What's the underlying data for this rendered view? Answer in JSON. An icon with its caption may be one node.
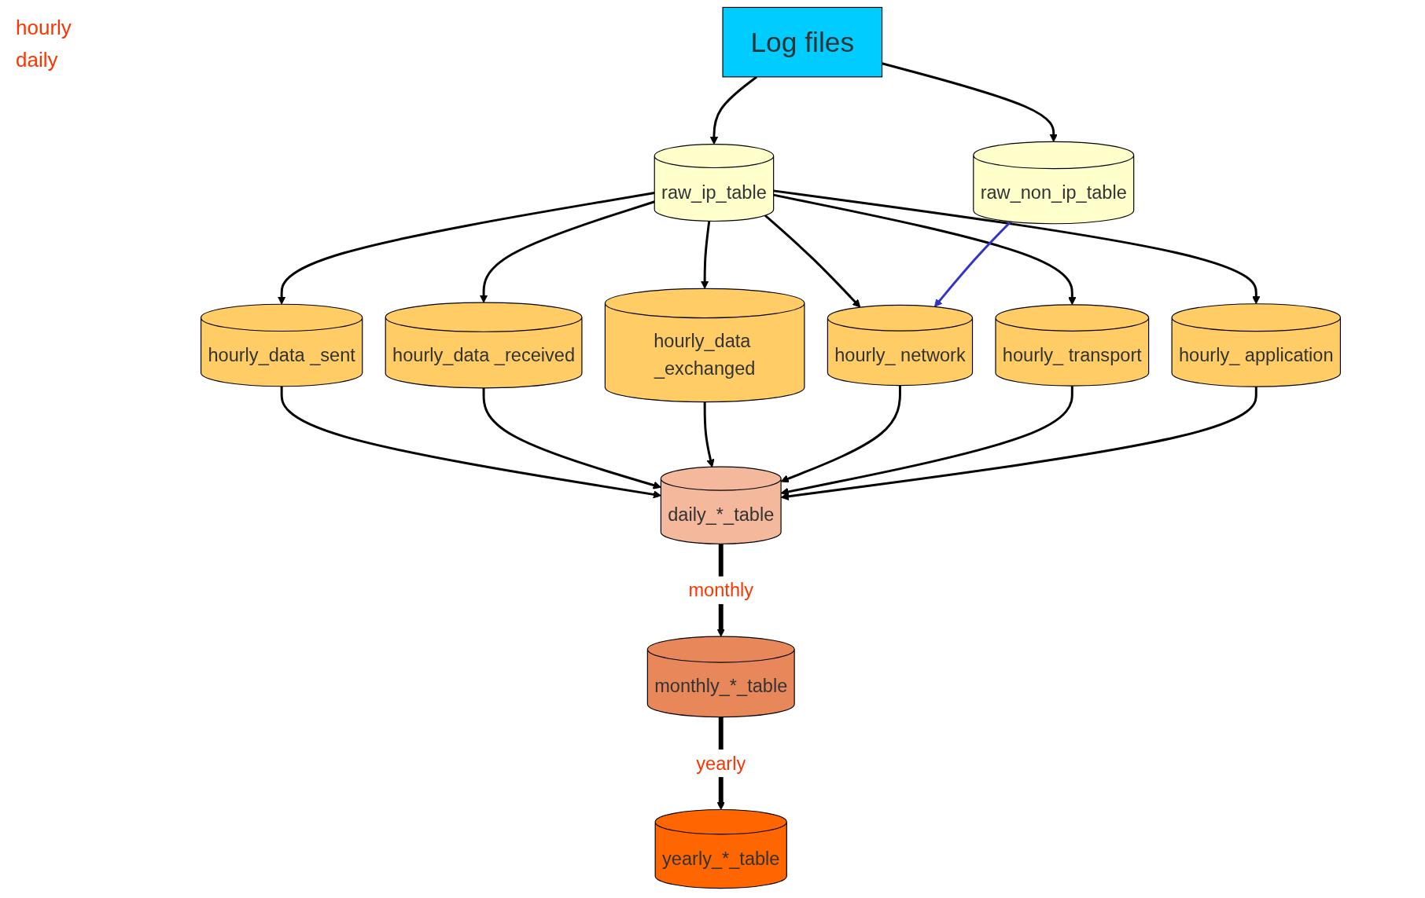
{
  "diagram": {
    "nodes": [
      {
        "text": [
          "Log files"
        ]
      },
      {
        "text": [
          "raw_ip_table"
        ]
      },
      {
        "text": [
          "raw_non_ip_table"
        ]
      },
      {
        "text": [
          "hourly_data _sent"
        ]
      },
      {
        "text": [
          "hourly_data _received"
        ]
      },
      {
        "text": [
          "hourly_data _exchanged"
        ]
      },
      {
        "text": [
          "hourly_ network"
        ]
      },
      {
        "text": [
          "hourly_ transport"
        ]
      },
      {
        "text": [
          "hourly_ application"
        ]
      },
      {
        "text": [
          "daily_*_table"
        ]
      },
      {
        "text": [
          "monthly_*_table"
        ]
      },
      {
        "text": [
          "yearly_*_table"
        ]
      }
    ],
    "edges": [
      {
        "from": 0,
        "to": 1,
        "arrow": "to"
      },
      {
        "from": 0,
        "to": 2,
        "arrow": "to"
      },
      {
        "from": 1,
        "to": 3,
        "arrow": "to"
      },
      {
        "from": 1,
        "to": 4,
        "arrow": "to"
      },
      {
        "from": 1,
        "to": 5,
        "arrow": "to"
      },
      {
        "from": 1,
        "to": 6,
        "arrow": "to"
      },
      {
        "from": 1,
        "to": 7,
        "arrow": "to"
      },
      {
        "from": 1,
        "to": 8,
        "arrow": "to"
      },
      {
        "from": 2,
        "to": 6,
        "arrow": "to",
        "color": "#3333cc"
      },
      {
        "from": 3,
        "to": 9,
        "arrow": "to"
      },
      {
        "from": 4,
        "to": 9,
        "arrow": "to"
      },
      {
        "from": 5,
        "to": 9,
        "arrow": "to"
      },
      {
        "from": 6,
        "to": 9,
        "arrow": "to"
      },
      {
        "from": 7,
        "to": 9,
        "arrow": "to"
      },
      {
        "from": 8,
        "to": 9,
        "arrow": "to"
      },
      {
        "from": 9,
        "to": 10,
        "arrow": "to",
        "label": "monthly",
        "style": "thick"
      },
      {
        "from": 10,
        "to": 11,
        "arrow": "to",
        "label": "yearly",
        "style": "thick"
      }
    ],
    "labels": [
      "hourly",
      "daily"
    ]
  }
}
